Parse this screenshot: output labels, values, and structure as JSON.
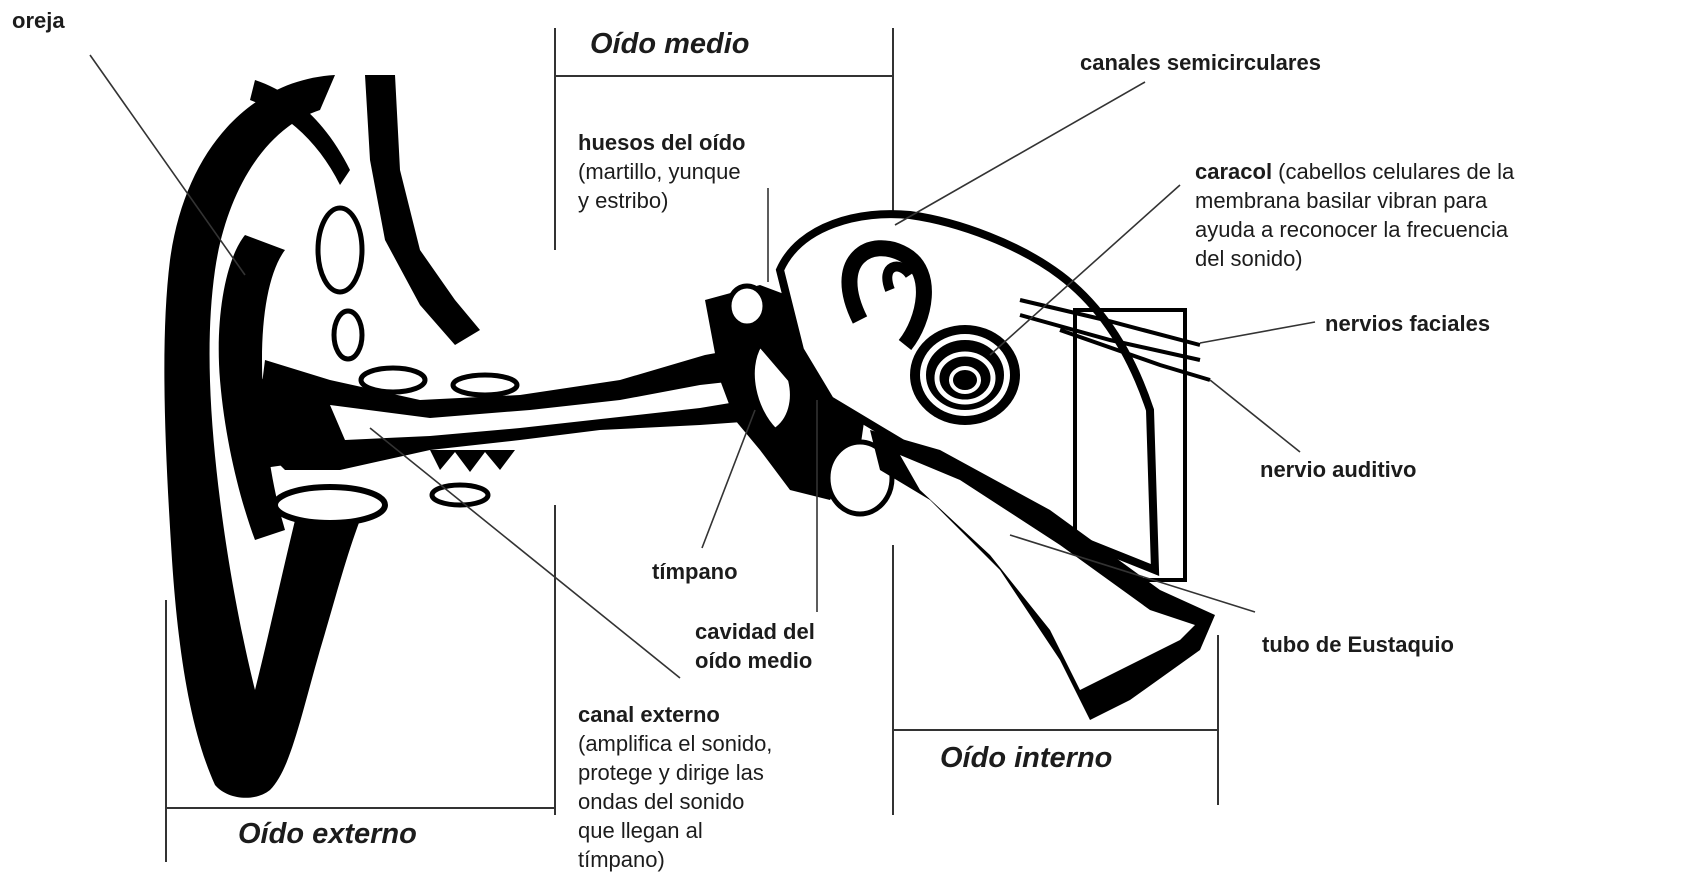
{
  "sections": {
    "outer": "Oído externo",
    "middle": "Oído medio",
    "inner": "Oído interno"
  },
  "labels": {
    "oreja": "oreja",
    "canales": "canales semicirculares",
    "huesos_title": "huesos del oído",
    "huesos_l1": "(martillo, yunque",
    "huesos_l2": "y estribo)",
    "caracol_title": "caracol",
    "caracol_l1": " (cabellos celulares de la",
    "caracol_l2": "membrana basilar vibran para",
    "caracol_l3": "ayuda a reconocer la frecuencia",
    "caracol_l4": "del sonido)",
    "nervios_faciales": "nervios faciales",
    "nervio_auditivo": "nervio auditivo",
    "timpano": "tímpano",
    "cavidad_l1": "cavidad del",
    "cavidad_l2": "oído medio",
    "tubo": "tubo de Eustaquio",
    "canal_title": "canal externo",
    "canal_l1": "(amplifica el sonido,",
    "canal_l2": "protege y dirige las",
    "canal_l3": "ondas del sonido",
    "canal_l4": "que llegan al",
    "canal_l5": "tímpano)"
  },
  "colors": {
    "ink": "#000000",
    "text": "#1c1c1c",
    "background": "#ffffff"
  }
}
